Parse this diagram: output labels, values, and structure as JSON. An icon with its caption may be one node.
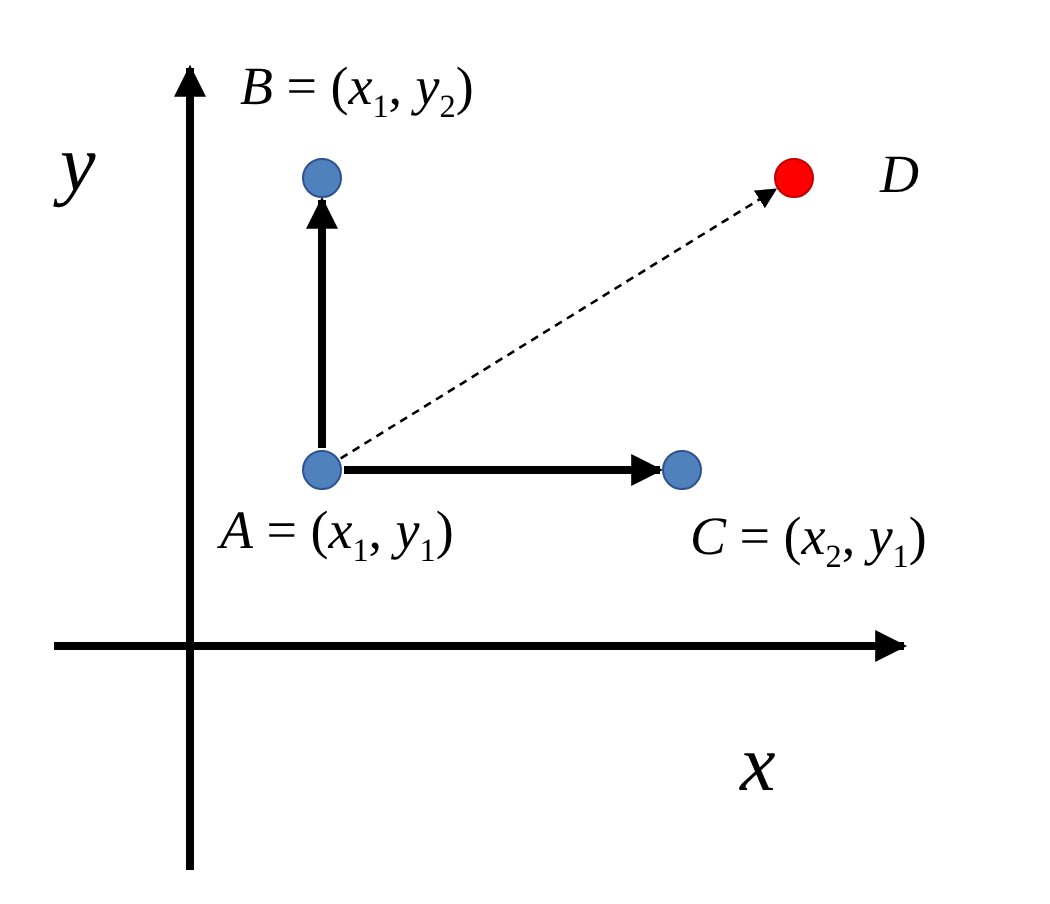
{
  "diagram": {
    "nodes": [
      {
        "text": [],
        "shape": "circle",
        "beside": [
          "*A* = (*x*$_{1}$, *y*$_{1}$)"
        ]
      },
      {
        "text": [],
        "shape": "circle",
        "beside": [
          "*B* = (*x*$_{1}$, *y*$_{2}$)"
        ]
      },
      {
        "text": [],
        "shape": "circle",
        "beside": [
          "*C* = (*x*$_{2}$, *y*$_{1}$)"
        ]
      },
      {
        "text": [],
        "shape": "circle",
        "beside": [
          "*D*"
        ]
      }
    ],
    "edges": [
      {
        "from": 0,
        "to": 1,
        "arrow": "to"
      },
      {
        "from": 0,
        "to": 2,
        "arrow": "to"
      },
      {
        "from": 0,
        "to": 3,
        "arrow": "to",
        "style": "dashed"
      }
    ],
    "labels": [
      "y",
      "x"
    ]
  }
}
